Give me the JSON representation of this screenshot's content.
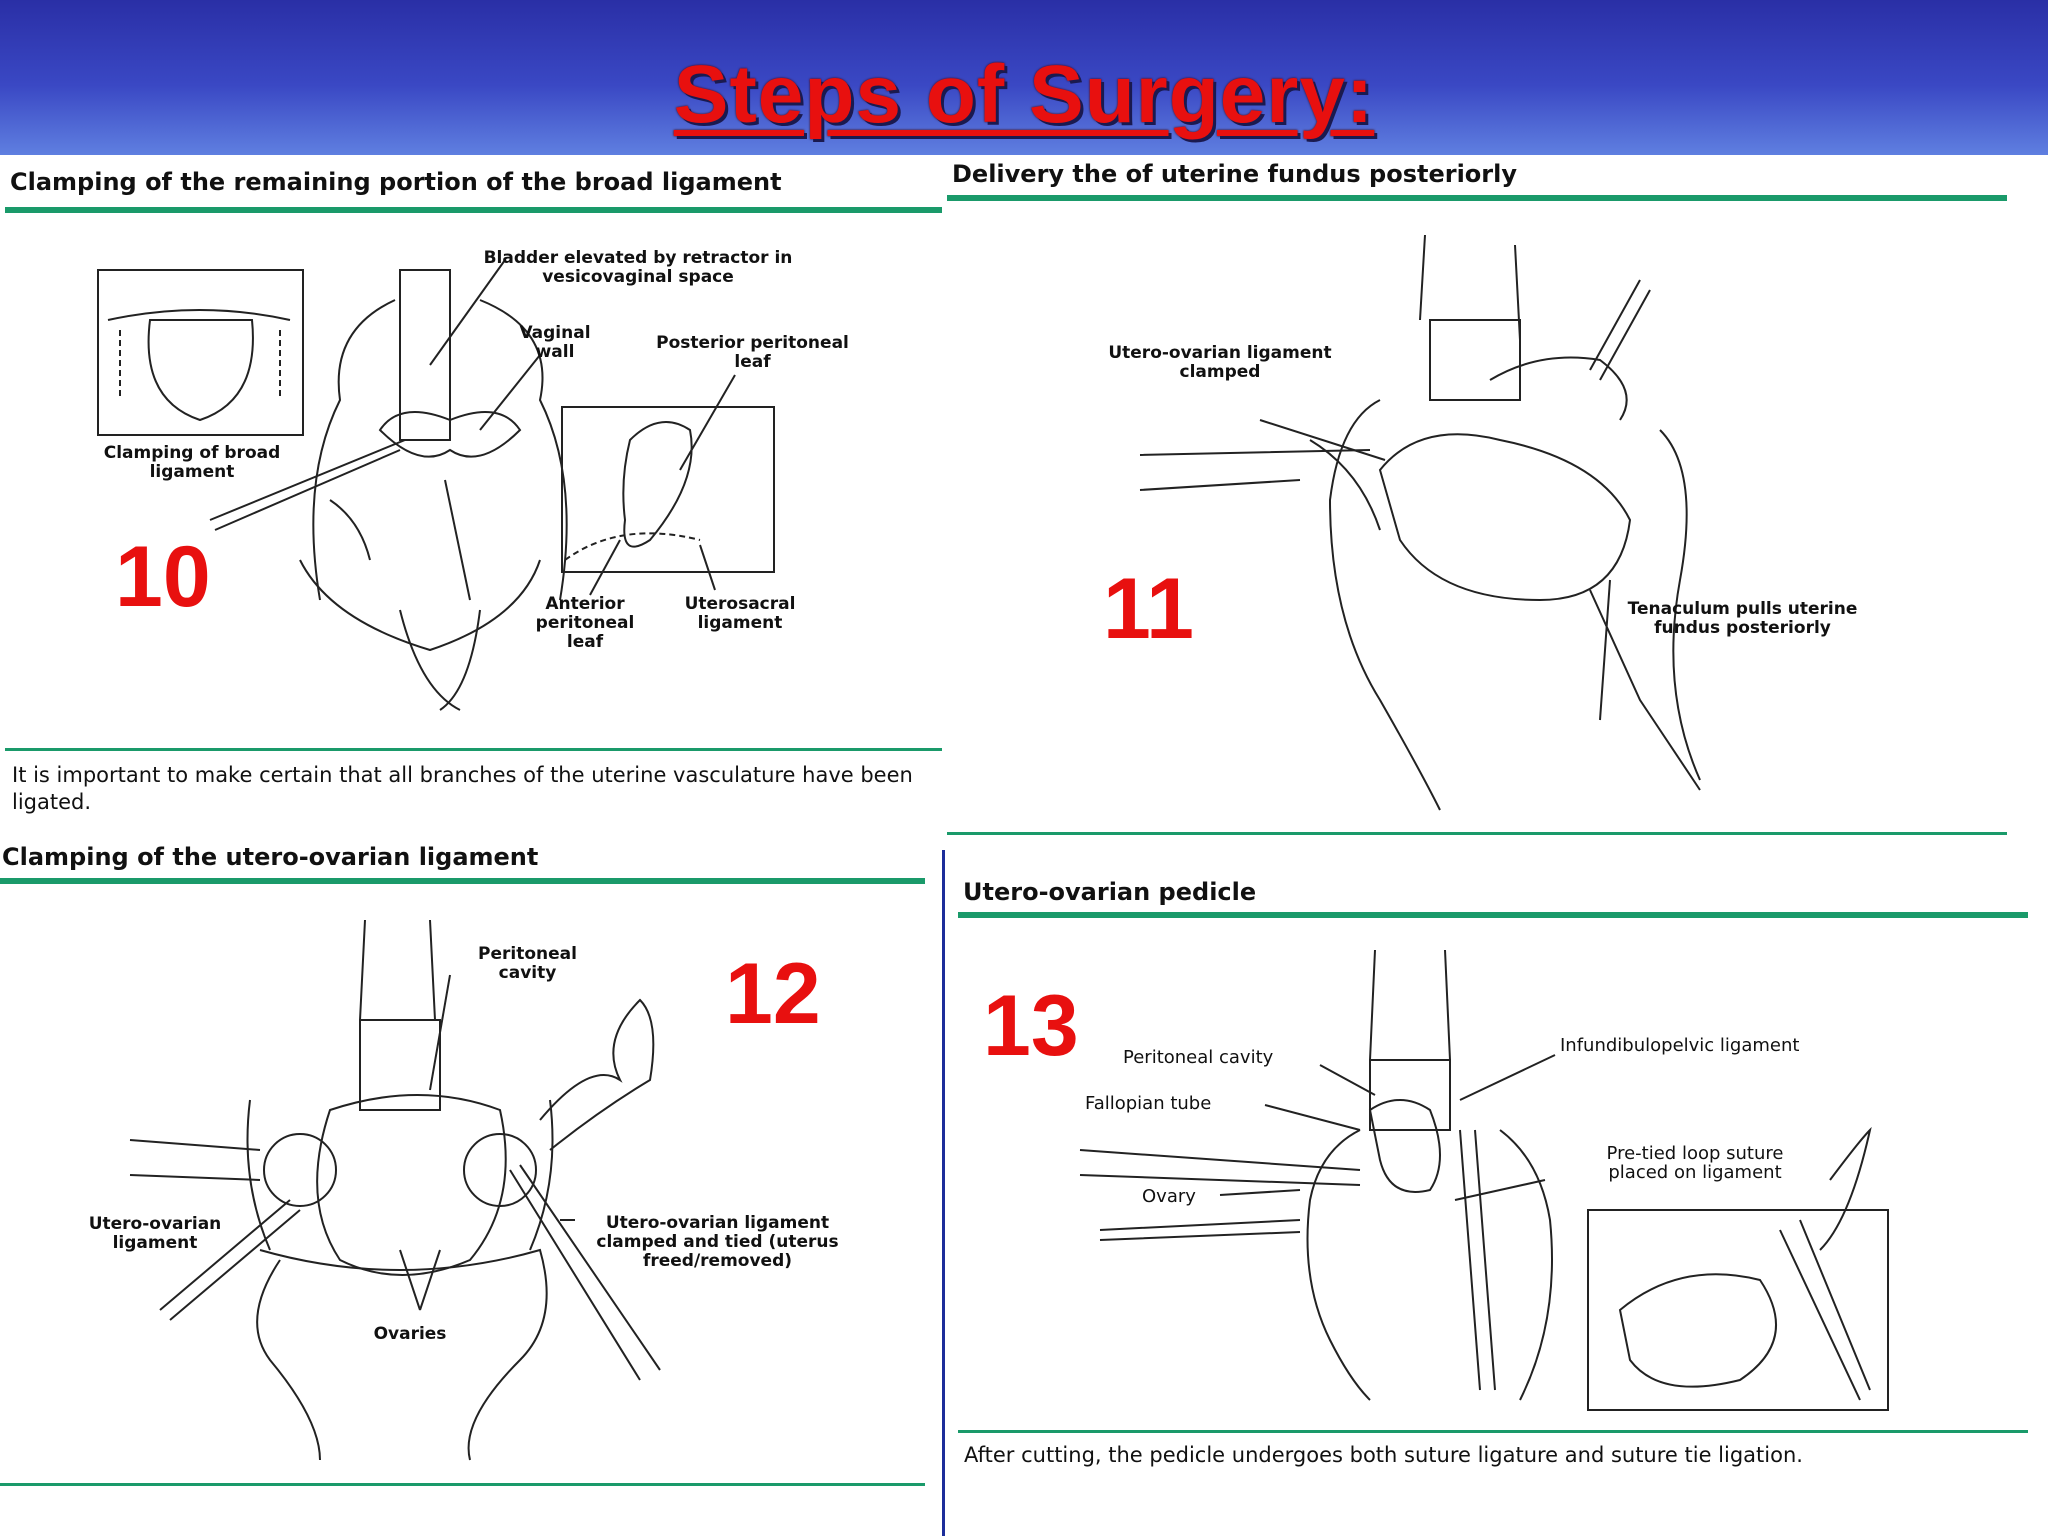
{
  "slide": {
    "title": "Steps of Surgery:"
  },
  "panels": [
    {
      "step": "10",
      "title": "Clamping of the remaining portion of the broad ligament",
      "caption": "It is important to make certain that all branches of the uterine vasculature have been ligated.",
      "labels": [
        "Bladder elevated by retractor in vesicovaginal space",
        "Vaginal wall",
        "Posterior peritoneal leaf",
        "Clamping of broad ligament",
        "Anterior peritoneal leaf",
        "Uterosacral ligament"
      ]
    },
    {
      "step": "11",
      "title": "Delivery the of uterine fundus posteriorly",
      "labels": [
        "Utero-ovarian ligament clamped",
        "Tenaculum pulls uterine fundus posteriorly"
      ]
    },
    {
      "step": "12",
      "title": "Clamping of the utero-ovarian ligament",
      "labels": [
        "Peritoneal cavity",
        "Utero-ovarian ligament",
        "Utero-ovarian ligament clamped and tied (uterus freed/removed)",
        "Ovaries"
      ]
    },
    {
      "step": "13",
      "title": "Utero-ovarian pedicle",
      "caption": "After cutting, the pedicle undergoes both suture ligature and suture tie ligation.",
      "labels": [
        "Peritoneal cavity",
        "Infundibulopelvic ligament",
        "Fallopian tube",
        "Pre-tied loop suture placed on ligament",
        "Ovary"
      ]
    }
  ]
}
